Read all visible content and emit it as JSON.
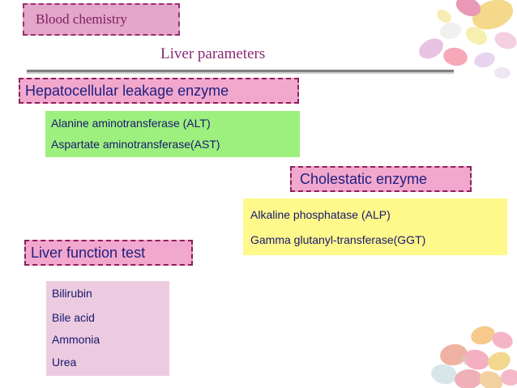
{
  "slide": {
    "title_tag": "Blood chemistry",
    "subtitle": "Liver parameters",
    "page_number": "#"
  },
  "sections": {
    "hepatocellular": {
      "heading": "Hepatocellular leakage enzyme",
      "items": [
        "Alanine aminotransferase (ALT)",
        "Aspartate aminotransferase(AST)"
      ]
    },
    "cholestatic": {
      "heading": "Cholestatic enzyme",
      "items": [
        "Alkaline phosphatase (ALP)",
        "Gamma glutanyl-transferase(GGT)"
      ]
    },
    "liver_function": {
      "heading": "Liver function test",
      "items": [
        "Bilirubin",
        "Bile acid",
        "Ammonia",
        "Urea"
      ]
    }
  },
  "colors": {
    "title_box": "#e4a6c9",
    "heading_box": "#f2a7cd",
    "hep_list": "#9ef07e",
    "cho_list": "#fff88a",
    "lft_list": "#eccbe0",
    "text_dark": "#17176e"
  }
}
